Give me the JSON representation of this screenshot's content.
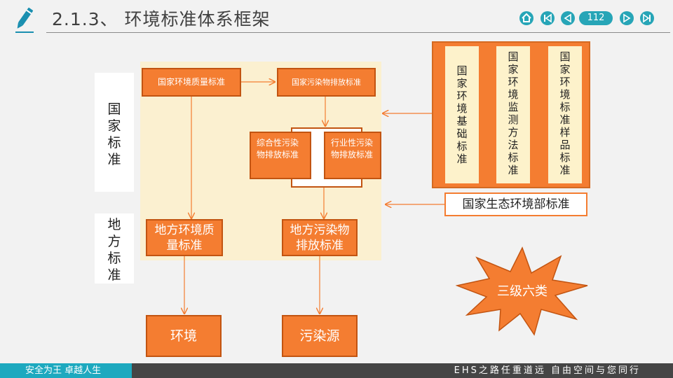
{
  "header": {
    "title": "2.1.3、 环境标准体系框架",
    "page_number": "112"
  },
  "diagram": {
    "national_label": "国\n家\n标\n准",
    "local_label": "地\n方\n标\n准",
    "env_quality_std": "国家环境质量标准",
    "pollutant_emission_std": "国家污染物排放标准",
    "integrated_emission_std": "综合性污染物排放标准",
    "industry_emission_std": "行业性污染物排放标准",
    "local_env_quality_std": "地方环境质量标准",
    "local_pollutant_emission_std": "地方污染物排放标准",
    "environment": "环境",
    "pollution_source": "污染源",
    "basic_std": "国家环境基础标准",
    "monitoring_std": "国家环境监测方法标准",
    "sample_std": "国家环境标准样品标准",
    "ministry_std": "国家生态环境部标准",
    "burst_text": "三级六类"
  },
  "footer": {
    "left": "安全为王 卓越人生",
    "right": "EHS之路任重道远   自由空间与您同行"
  },
  "colors": {
    "accent": "#f47d31",
    "teal": "#27a5b7",
    "panel": "#fbf0d0"
  }
}
